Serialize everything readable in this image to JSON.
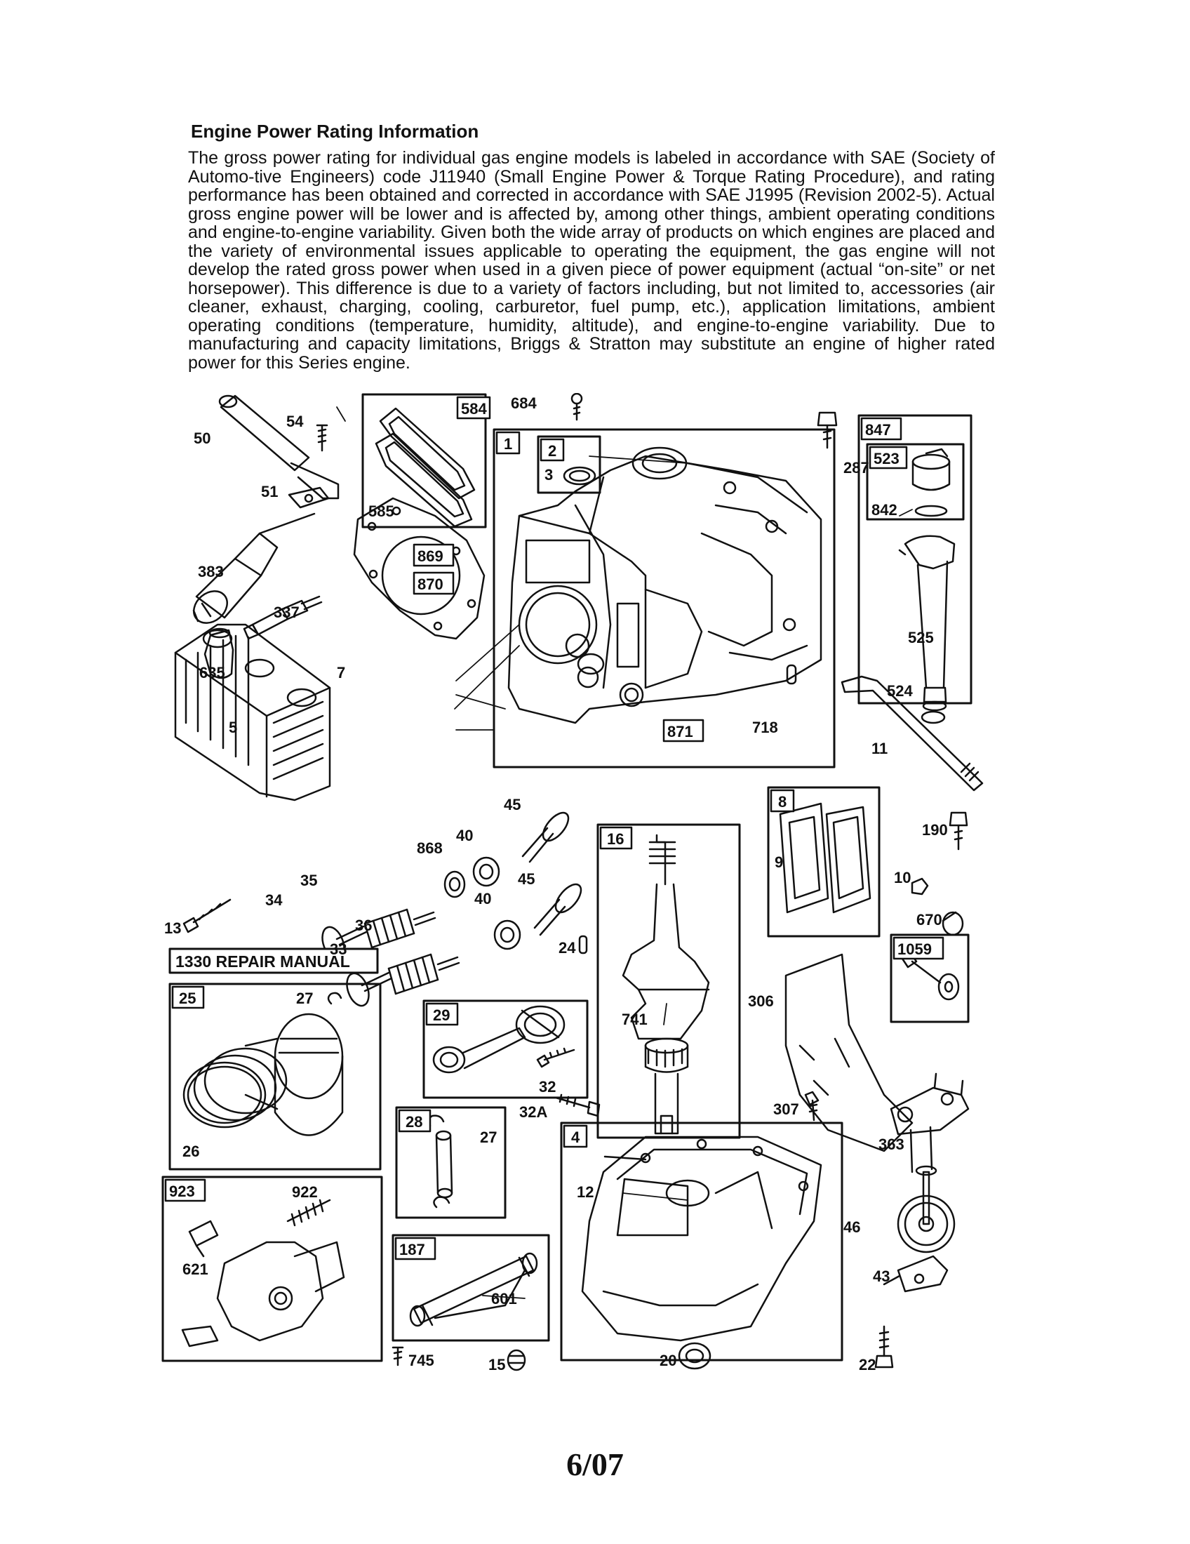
{
  "section": {
    "title": "Engine Power Rating Information",
    "body": "The gross power rating for individual gas engine models is labeled in accordance with SAE (Society of Automo-tive Engineers) code J11940 (Small Engine Power & Torque Rating Procedure), and rating performance has been obtained and corrected in accordance with SAE J1995 (Revision 2002-5). Actual gross engine power will be lower and is affected by, among other things, ambient operating conditions and engine-to-engine variability. Given both the wide array of products on which engines are placed and the variety of environmental issues applicable to operating the equipment, the gas engine will not develop the rated gross power when used in a given piece of power equipment (actual “on-site” or net horsepower). This difference is due to a variety of factors including, but not limited to, accessories (air cleaner, exhaust, charging, cooling, carburetor, fuel pump, etc.), application limitations, ambient operating conditions (temperature, humidity, altitude), and engine-to-engine variability. Due to manufacturing and capacity limitations, Briggs & Stratton may substitute an engine of higher rated power for this Series engine."
  },
  "diagram": {
    "repair_manual_label": "1330 REPAIR MANUAL",
    "kit_numbers": [
      "584",
      "1",
      "2",
      "847",
      "523",
      "869",
      "870",
      "871",
      "8",
      "16",
      "1059",
      "25",
      "29",
      "28",
      "4",
      "923",
      "187"
    ],
    "part_numbers": [
      "50",
      "54",
      "51",
      "585",
      "684",
      "3",
      "287",
      "842",
      "383",
      "337",
      "635",
      "7",
      "5",
      "525",
      "524",
      "718",
      "11",
      "45",
      "868",
      "40",
      "45",
      "40",
      "190",
      "9",
      "10",
      "670",
      "13",
      "34",
      "35",
      "36",
      "33",
      "24",
      "741",
      "306",
      "27",
      "26",
      "32",
      "32A",
      "307",
      "27",
      "363",
      "12",
      "922",
      "621",
      "46",
      "601",
      "43",
      "745",
      "15",
      "20",
      "22"
    ]
  },
  "footer": {
    "date": "6/07"
  }
}
